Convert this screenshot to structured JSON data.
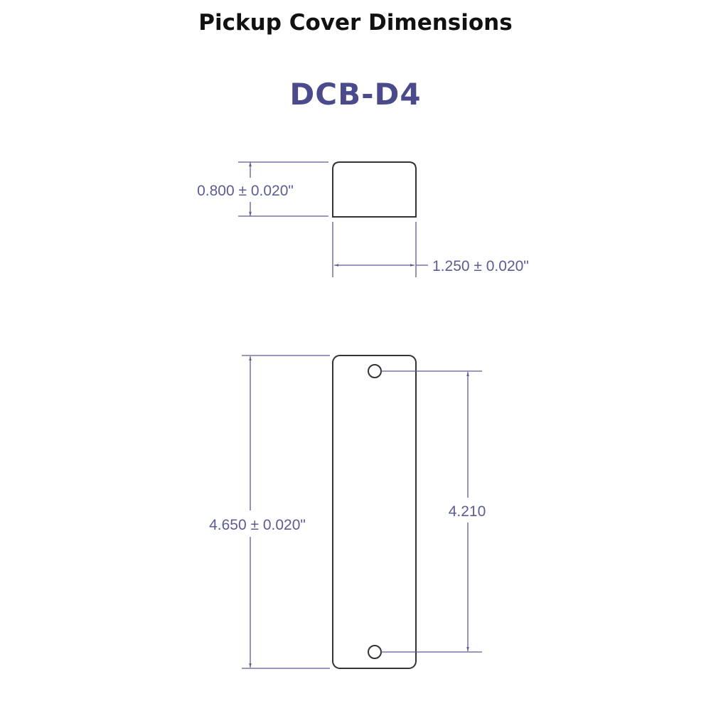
{
  "title": "Pickup Cover Dimensions",
  "model": "DCB-D4",
  "dimensions": {
    "height": "0.800 ± 0.020\"",
    "width": "1.250 ± 0.020\"",
    "length": "4.650 ± 0.020\"",
    "hole_spacing": "4.210"
  },
  "colors": {
    "dimension": "#5c5c96",
    "outline": "#333333",
    "model": "#4b4b8c"
  }
}
